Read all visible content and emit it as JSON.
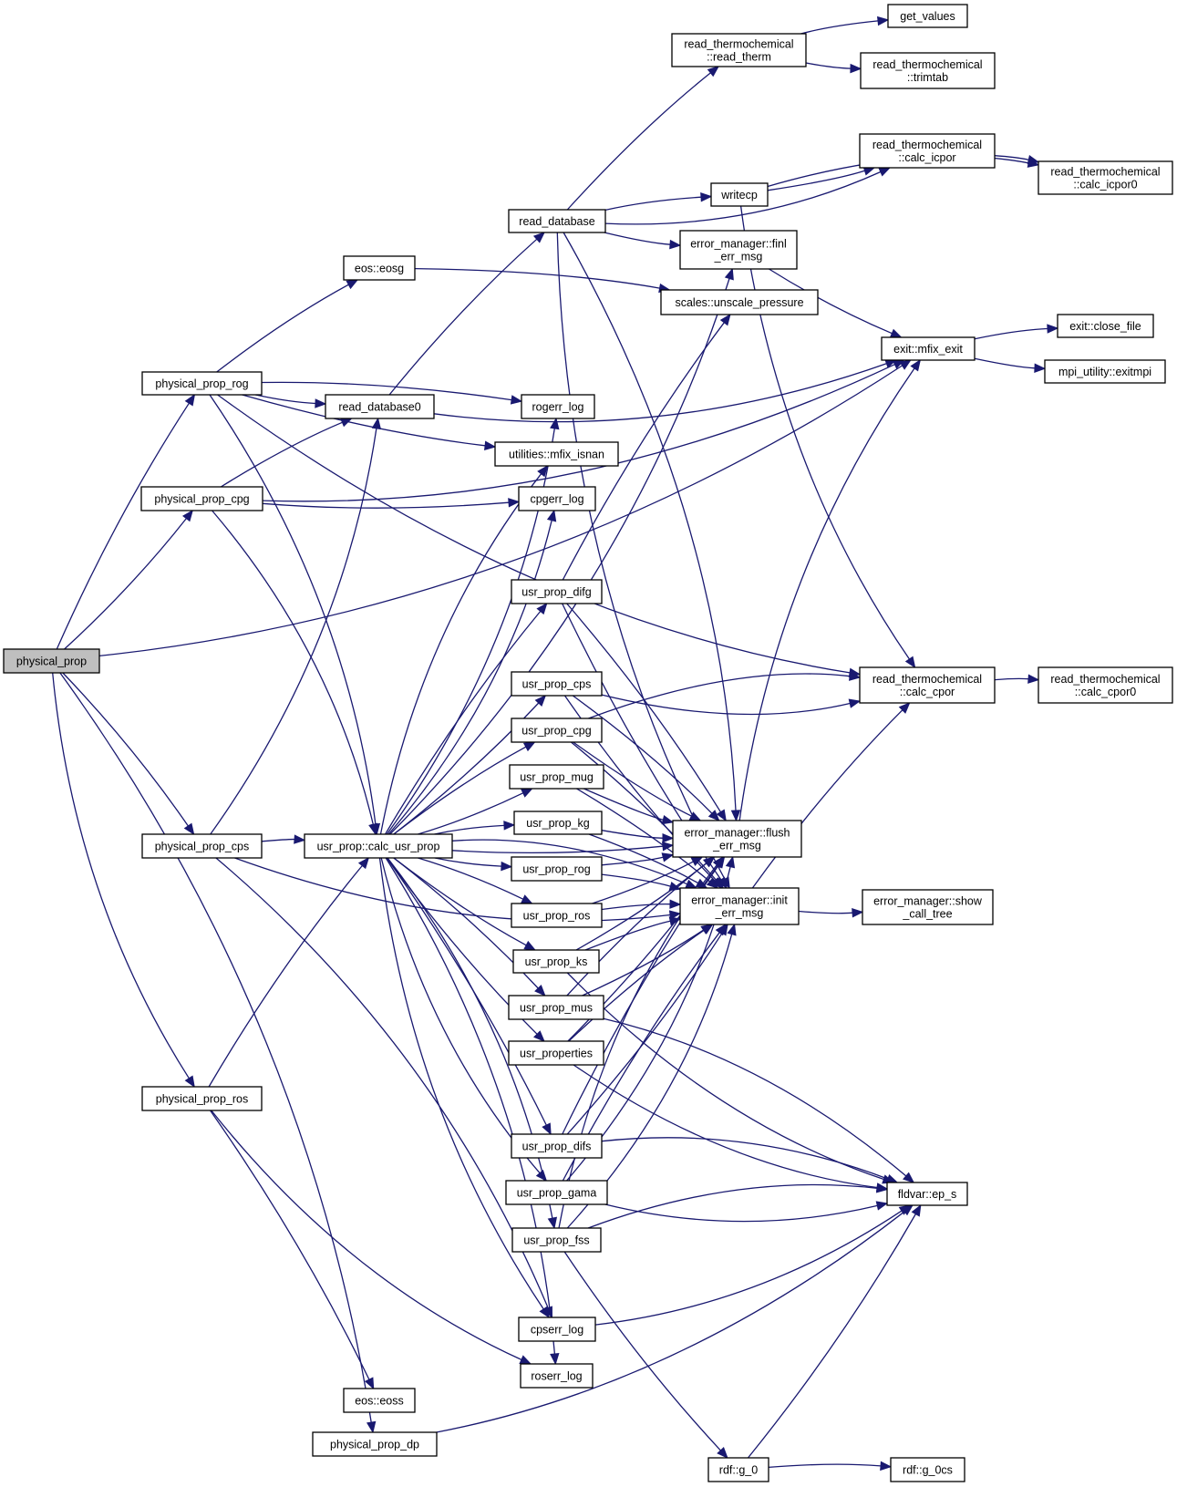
{
  "diagram": {
    "type": "call-graph",
    "root": "physical_prop",
    "colors": {
      "edge": "#191970",
      "node_border": "#000000",
      "root_fill": "#bfbfbf",
      "node_fill": "#ffffff"
    },
    "nodes": [
      {
        "id": "physical_prop",
        "lines": [
          "physical_prop"
        ],
        "root": true
      },
      {
        "id": "physical_prop_rog",
        "lines": [
          "physical_prop_rog"
        ]
      },
      {
        "id": "physical_prop_cpg",
        "lines": [
          "physical_prop_cpg"
        ]
      },
      {
        "id": "physical_prop_cps",
        "lines": [
          "physical_prop_cps"
        ]
      },
      {
        "id": "physical_prop_ros",
        "lines": [
          "physical_prop_ros"
        ]
      },
      {
        "id": "physical_prop_dp",
        "lines": [
          "physical_prop_dp"
        ]
      },
      {
        "id": "eos_eosg",
        "lines": [
          "eos::eosg"
        ]
      },
      {
        "id": "eos_eoss",
        "lines": [
          "eos::eoss"
        ]
      },
      {
        "id": "read_database0",
        "lines": [
          "read_database0"
        ]
      },
      {
        "id": "calc_usr_prop",
        "lines": [
          "usr_prop::calc_usr_prop"
        ]
      },
      {
        "id": "read_database",
        "lines": [
          "read_database"
        ]
      },
      {
        "id": "rogerr_log",
        "lines": [
          "rogerr_log"
        ]
      },
      {
        "id": "mfix_isnan",
        "lines": [
          "utilities::mfix_isnan"
        ]
      },
      {
        "id": "cpgerr_log",
        "lines": [
          "cpgerr_log"
        ]
      },
      {
        "id": "usr_prop_difg",
        "lines": [
          "usr_prop_difg"
        ]
      },
      {
        "id": "usr_prop_cps",
        "lines": [
          "usr_prop_cps"
        ]
      },
      {
        "id": "usr_prop_cpg",
        "lines": [
          "usr_prop_cpg"
        ]
      },
      {
        "id": "usr_prop_mug",
        "lines": [
          "usr_prop_mug"
        ]
      },
      {
        "id": "usr_prop_kg",
        "lines": [
          "usr_prop_kg"
        ]
      },
      {
        "id": "usr_prop_rog",
        "lines": [
          "usr_prop_rog"
        ]
      },
      {
        "id": "usr_prop_ros",
        "lines": [
          "usr_prop_ros"
        ]
      },
      {
        "id": "usr_prop_ks",
        "lines": [
          "usr_prop_ks"
        ]
      },
      {
        "id": "usr_prop_mus",
        "lines": [
          "usr_prop_mus"
        ]
      },
      {
        "id": "usr_properties",
        "lines": [
          "usr_properties"
        ]
      },
      {
        "id": "usr_prop_difs",
        "lines": [
          "usr_prop_difs"
        ]
      },
      {
        "id": "usr_prop_gama",
        "lines": [
          "usr_prop_gama"
        ]
      },
      {
        "id": "usr_prop_fss",
        "lines": [
          "usr_prop_fss"
        ]
      },
      {
        "id": "cpserr_log",
        "lines": [
          "cpserr_log"
        ]
      },
      {
        "id": "roserr_log",
        "lines": [
          "roserr_log"
        ]
      },
      {
        "id": "read_therm",
        "lines": [
          "read_thermochemical",
          "::read_therm"
        ]
      },
      {
        "id": "get_values",
        "lines": [
          "get_values"
        ]
      },
      {
        "id": "trimtab",
        "lines": [
          "read_thermochemical",
          "::trimtab"
        ]
      },
      {
        "id": "calc_icpor",
        "lines": [
          "read_thermochemical",
          "::calc_icpor"
        ]
      },
      {
        "id": "calc_icpor0",
        "lines": [
          "read_thermochemical",
          "::calc_icpor0"
        ]
      },
      {
        "id": "writecp",
        "lines": [
          "writecp"
        ]
      },
      {
        "id": "finl_err_msg",
        "lines": [
          "error_manager::finl",
          "_err_msg"
        ]
      },
      {
        "id": "unscale_pressure",
        "lines": [
          "scales::unscale_pressure"
        ]
      },
      {
        "id": "mfix_exit",
        "lines": [
          "exit::mfix_exit"
        ]
      },
      {
        "id": "close_file",
        "lines": [
          "exit::close_file"
        ]
      },
      {
        "id": "exitmpi",
        "lines": [
          "mpi_utility::exitmpi"
        ]
      },
      {
        "id": "calc_cpor",
        "lines": [
          "read_thermochemical",
          "::calc_cpor"
        ]
      },
      {
        "id": "calc_cpor0",
        "lines": [
          "read_thermochemical",
          "::calc_cpor0"
        ]
      },
      {
        "id": "flush_err_msg",
        "lines": [
          "error_manager::flush",
          "_err_msg"
        ]
      },
      {
        "id": "init_err_msg",
        "lines": [
          "error_manager::init",
          "_err_msg"
        ]
      },
      {
        "id": "show_call_tree",
        "lines": [
          "error_manager::show",
          "_call_tree"
        ]
      },
      {
        "id": "ep_s",
        "lines": [
          "fldvar::ep_s"
        ]
      },
      {
        "id": "g_0",
        "lines": [
          "rdf::g_0"
        ]
      },
      {
        "id": "g_0cs",
        "lines": [
          "rdf::g_0cs"
        ]
      }
    ],
    "edges": [
      [
        "physical_prop",
        "physical_prop_rog"
      ],
      [
        "physical_prop",
        "physical_prop_cpg"
      ],
      [
        "physical_prop",
        "physical_prop_cps"
      ],
      [
        "physical_prop",
        "physical_prop_ros"
      ],
      [
        "physical_prop",
        "physical_prop_dp"
      ],
      [
        "physical_prop",
        "mfix_exit"
      ],
      [
        "physical_prop_rog",
        "eos_eosg"
      ],
      [
        "physical_prop_rog",
        "read_database0"
      ],
      [
        "physical_prop_rog",
        "rogerr_log"
      ],
      [
        "physical_prop_rog",
        "mfix_isnan"
      ],
      [
        "physical_prop_rog",
        "calc_usr_prop"
      ],
      [
        "physical_prop_rog",
        "calc_cpor"
      ],
      [
        "physical_prop_cpg",
        "read_database0"
      ],
      [
        "physical_prop_cpg",
        "cpgerr_log"
      ],
      [
        "physical_prop_cpg",
        "calc_usr_prop"
      ],
      [
        "physical_prop_cpg",
        "mfix_exit"
      ],
      [
        "physical_prop_cps",
        "calc_usr_prop"
      ],
      [
        "physical_prop_cps",
        "read_database0"
      ],
      [
        "physical_prop_cps",
        "cpserr_log"
      ],
      [
        "physical_prop_cps",
        "init_err_msg"
      ],
      [
        "physical_prop_ros",
        "calc_usr_prop"
      ],
      [
        "physical_prop_ros",
        "roserr_log"
      ],
      [
        "physical_prop_ros",
        "eos_eoss"
      ],
      [
        "physical_prop_dp",
        "ep_s"
      ],
      [
        "read_database0",
        "read_database"
      ],
      [
        "read_database0",
        "mfix_exit"
      ],
      [
        "read_database",
        "read_therm"
      ],
      [
        "read_database",
        "calc_icpor"
      ],
      [
        "read_database",
        "writecp"
      ],
      [
        "read_database",
        "finl_err_msg"
      ],
      [
        "read_database",
        "flush_err_msg"
      ],
      [
        "read_database",
        "init_err_msg"
      ],
      [
        "read_therm",
        "get_values"
      ],
      [
        "read_therm",
        "trimtab"
      ],
      [
        "calc_icpor",
        "calc_icpor0"
      ],
      [
        "writecp",
        "calc_icpor"
      ],
      [
        "writecp",
        "calc_icpor0"
      ],
      [
        "writecp",
        "calc_cpor"
      ],
      [
        "eos_eosg",
        "unscale_pressure"
      ],
      [
        "finl_err_msg",
        "mfix_exit"
      ],
      [
        "mfix_exit",
        "close_file"
      ],
      [
        "mfix_exit",
        "exitmpi"
      ],
      [
        "calc_cpor",
        "calc_cpor0"
      ],
      [
        "calc_usr_prop",
        "rogerr_log"
      ],
      [
        "calc_usr_prop",
        "mfix_isnan"
      ],
      [
        "calc_usr_prop",
        "cpgerr_log"
      ],
      [
        "calc_usr_prop",
        "usr_prop_difg"
      ],
      [
        "calc_usr_prop",
        "usr_prop_cps"
      ],
      [
        "calc_usr_prop",
        "usr_prop_cpg"
      ],
      [
        "calc_usr_prop",
        "usr_prop_mug"
      ],
      [
        "calc_usr_prop",
        "usr_prop_kg"
      ],
      [
        "calc_usr_prop",
        "usr_prop_rog"
      ],
      [
        "calc_usr_prop",
        "usr_prop_ros"
      ],
      [
        "calc_usr_prop",
        "usr_prop_ks"
      ],
      [
        "calc_usr_prop",
        "usr_prop_mus"
      ],
      [
        "calc_usr_prop",
        "usr_properties"
      ],
      [
        "calc_usr_prop",
        "usr_prop_difs"
      ],
      [
        "calc_usr_prop",
        "usr_prop_gama"
      ],
      [
        "calc_usr_prop",
        "usr_prop_fss"
      ],
      [
        "calc_usr_prop",
        "cpserr_log"
      ],
      [
        "calc_usr_prop",
        "roserr_log"
      ],
      [
        "calc_usr_prop",
        "flush_err_msg"
      ],
      [
        "calc_usr_prop",
        "init_err_msg"
      ],
      [
        "calc_usr_prop",
        "finl_err_msg"
      ],
      [
        "usr_prop_difg",
        "flush_err_msg"
      ],
      [
        "usr_prop_difg",
        "init_err_msg"
      ],
      [
        "usr_prop_difg",
        "unscale_pressure"
      ],
      [
        "usr_prop_cps",
        "calc_cpor"
      ],
      [
        "usr_prop_cps",
        "flush_err_msg"
      ],
      [
        "usr_prop_cps",
        "init_err_msg"
      ],
      [
        "usr_prop_cpg",
        "calc_cpor"
      ],
      [
        "usr_prop_cpg",
        "flush_err_msg"
      ],
      [
        "usr_prop_cpg",
        "init_err_msg"
      ],
      [
        "usr_prop_mug",
        "flush_err_msg"
      ],
      [
        "usr_prop_mug",
        "init_err_msg"
      ],
      [
        "usr_prop_kg",
        "flush_err_msg"
      ],
      [
        "usr_prop_kg",
        "init_err_msg"
      ],
      [
        "usr_prop_rog",
        "flush_err_msg"
      ],
      [
        "usr_prop_rog",
        "init_err_msg"
      ],
      [
        "usr_prop_ros",
        "flush_err_msg"
      ],
      [
        "usr_prop_ros",
        "init_err_msg"
      ],
      [
        "usr_prop_ks",
        "flush_err_msg"
      ],
      [
        "usr_prop_ks",
        "init_err_msg"
      ],
      [
        "usr_prop_ks",
        "ep_s"
      ],
      [
        "usr_prop_mus",
        "flush_err_msg"
      ],
      [
        "usr_prop_mus",
        "init_err_msg"
      ],
      [
        "usr_prop_mus",
        "ep_s"
      ],
      [
        "usr_properties",
        "flush_err_msg"
      ],
      [
        "usr_properties",
        "init_err_msg"
      ],
      [
        "usr_properties",
        "ep_s"
      ],
      [
        "usr_prop_difs",
        "flush_err_msg"
      ],
      [
        "usr_prop_difs",
        "init_err_msg"
      ],
      [
        "usr_prop_difs",
        "ep_s"
      ],
      [
        "usr_prop_gama",
        "flush_err_msg"
      ],
      [
        "usr_prop_gama",
        "init_err_msg"
      ],
      [
        "usr_prop_gama",
        "ep_s"
      ],
      [
        "usr_prop_fss",
        "flush_err_msg"
      ],
      [
        "usr_prop_fss",
        "init_err_msg"
      ],
      [
        "usr_prop_fss",
        "ep_s"
      ],
      [
        "usr_prop_fss",
        "g_0"
      ],
      [
        "flush_err_msg",
        "mfix_exit"
      ],
      [
        "init_err_msg",
        "show_call_tree"
      ],
      [
        "init_err_msg",
        "calc_cpor"
      ],
      [
        "cpserr_log",
        "ep_s"
      ],
      [
        "g_0",
        "g_0cs"
      ],
      [
        "g_0",
        "ep_s"
      ]
    ]
  }
}
